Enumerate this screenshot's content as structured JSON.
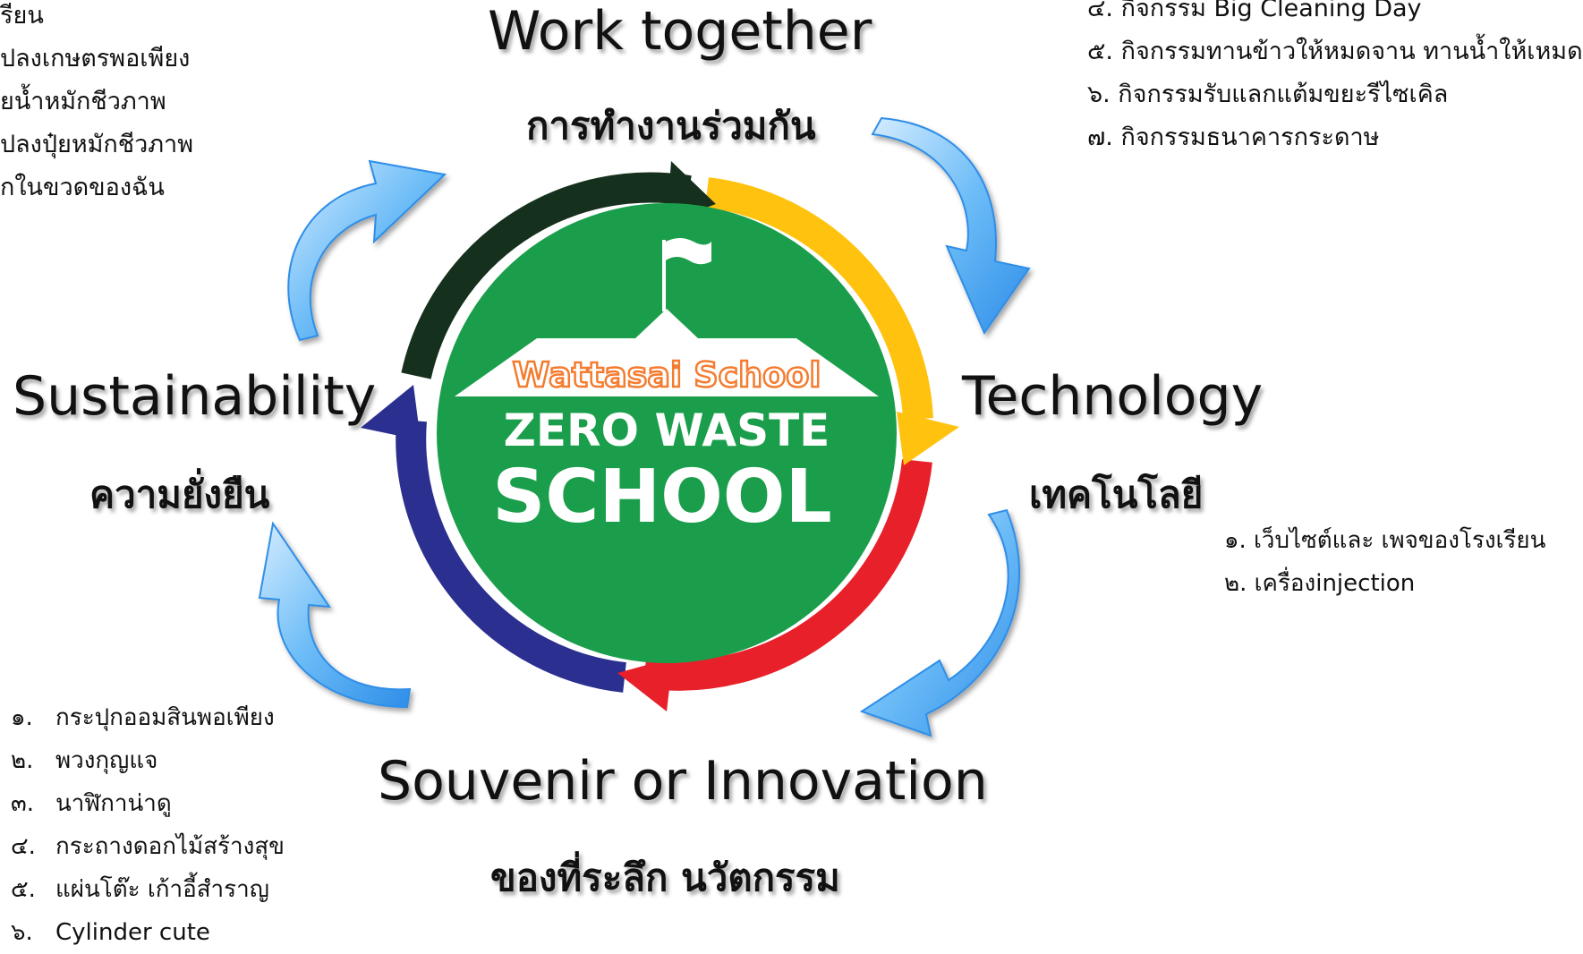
{
  "segments": {
    "work_together": {
      "en": "Work together",
      "th": "การทำงานร่วมกัน"
    },
    "technology": {
      "en": "Technology",
      "th": "เทคโนโลยี"
    },
    "souvenir": {
      "en": "Souvenir or Innovation",
      "th": "ของที่ระลึก นวัตกรรม"
    },
    "sustainability": {
      "en": "Sustainability",
      "th": "ความยั่งยืน"
    }
  },
  "center_badge": {
    "school_name": "Wattasai School",
    "line1": "ZERO WASTE",
    "line2": "SCHOOL"
  },
  "lists": {
    "top_left": [
      "รียน",
      "ปลงเกษตรพอเพียง",
      "ยน้ำหมักชีวภาพ",
      "ปลงปุ๋ยหมักชีวภาพ",
      "กในขวดของฉัน"
    ],
    "top_right": [
      "๔. กิจกรรม Big Cleaning Day",
      "๕. กิจกรรมทานข้าวให้หมดจาน ทานน้ำให้เหมด",
      "๖. กิจกรรมรับแลกแต้มขยะรีไซเคิล",
      "๗. กิจกรรมธนาคารกระดาษ"
    ],
    "right": [
      "๑. เว็บไซต์และ เพจของโรงเรียน",
      "๒. เครื่องinjection"
    ],
    "bottom_left": [
      {
        "num": "๑.",
        "text": "กระปุกออมสินพอเพียง"
      },
      {
        "num": "๒.",
        "text": "พวงกุญแจ"
      },
      {
        "num": "๓.",
        "text": "นาฬิกาน่าดู"
      },
      {
        "num": "๔.",
        "text": "กระถางดอกไม้สร้างสุข"
      },
      {
        "num": "๕.",
        "text": "แผ่นโต๊ะ เก้าอี้สำราญ"
      },
      {
        "num": "๖.",
        "text": "Cylinder cute"
      }
    ]
  },
  "colors": {
    "ring_dark_green": "#15301c",
    "ring_yellow": "#ffc20e",
    "ring_red": "#e8202a",
    "ring_navy": "#2b2f8f",
    "center_green": "#1a9e4b",
    "arrow_blue": "#5ab4f5",
    "school_name_orange": "#f47c30"
  },
  "icons": {
    "cycle_arrows": "curved-arrow-icon",
    "flag": "flag-icon"
  }
}
